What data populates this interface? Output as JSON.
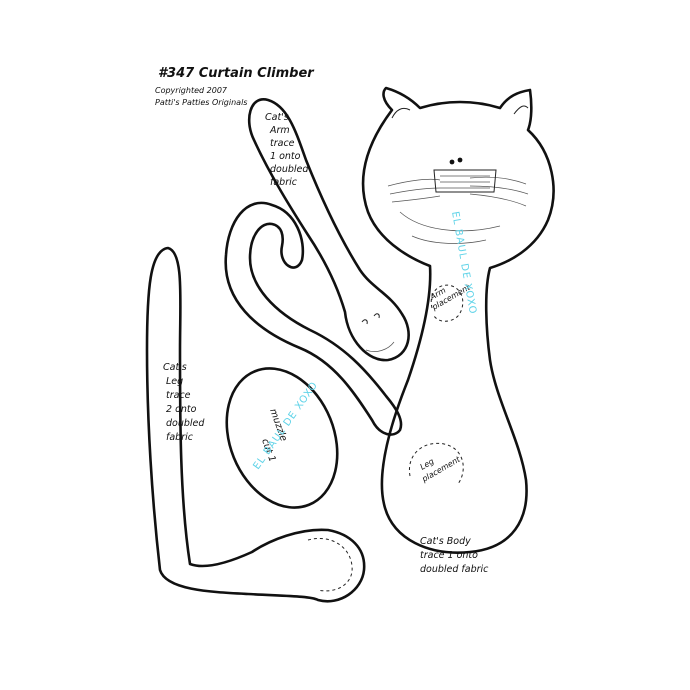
{
  "header": {
    "title": "#347 Curtain Climber",
    "copyright": "Copyrighted 2007",
    "brand": "Patti's Patties Originals"
  },
  "pieces": {
    "arm": {
      "line1": "Cat's",
      "line2": "Arm",
      "line3": "trace",
      "line4": "1 onto",
      "line5": "doubled",
      "line6": "fabric"
    },
    "leg": {
      "line1": "Cat's",
      "line2": "Leg",
      "line3": "trace",
      "line4": "2 onto",
      "line5": "doubled",
      "line6": "fabric"
    },
    "muzzle": {
      "line1": "muzzle",
      "line2": "cut 1"
    },
    "body": {
      "line1": "Cat's Body",
      "line2": "trace 1 onto",
      "line3": "doubled fabric"
    },
    "arm_placement": {
      "line1": "Arm",
      "line2": "placement"
    },
    "leg_placement": {
      "line1": "Leg",
      "line2": "placement"
    }
  },
  "watermarks": {
    "body_mark": "EL BAUL DE XOXO",
    "muzzle_mark": "EL BAUL DE XOXO"
  }
}
